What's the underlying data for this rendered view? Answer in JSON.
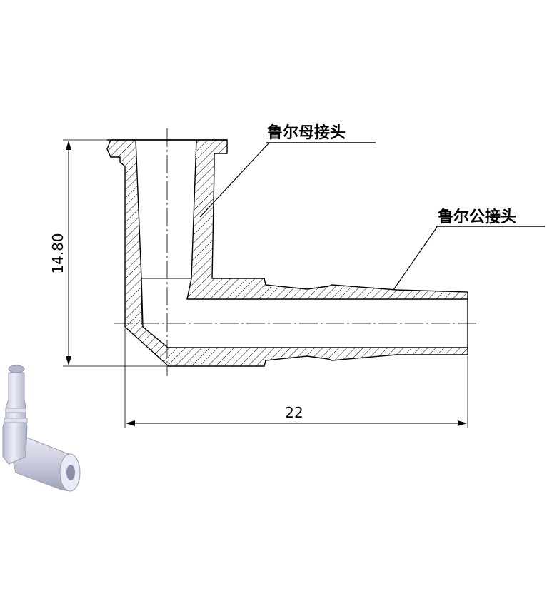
{
  "drawing": {
    "callouts": {
      "female_luer": "鲁尔母接头",
      "male_luer": "鲁尔公接头"
    },
    "dimensions": {
      "height": "14.80",
      "length": "22"
    }
  }
}
